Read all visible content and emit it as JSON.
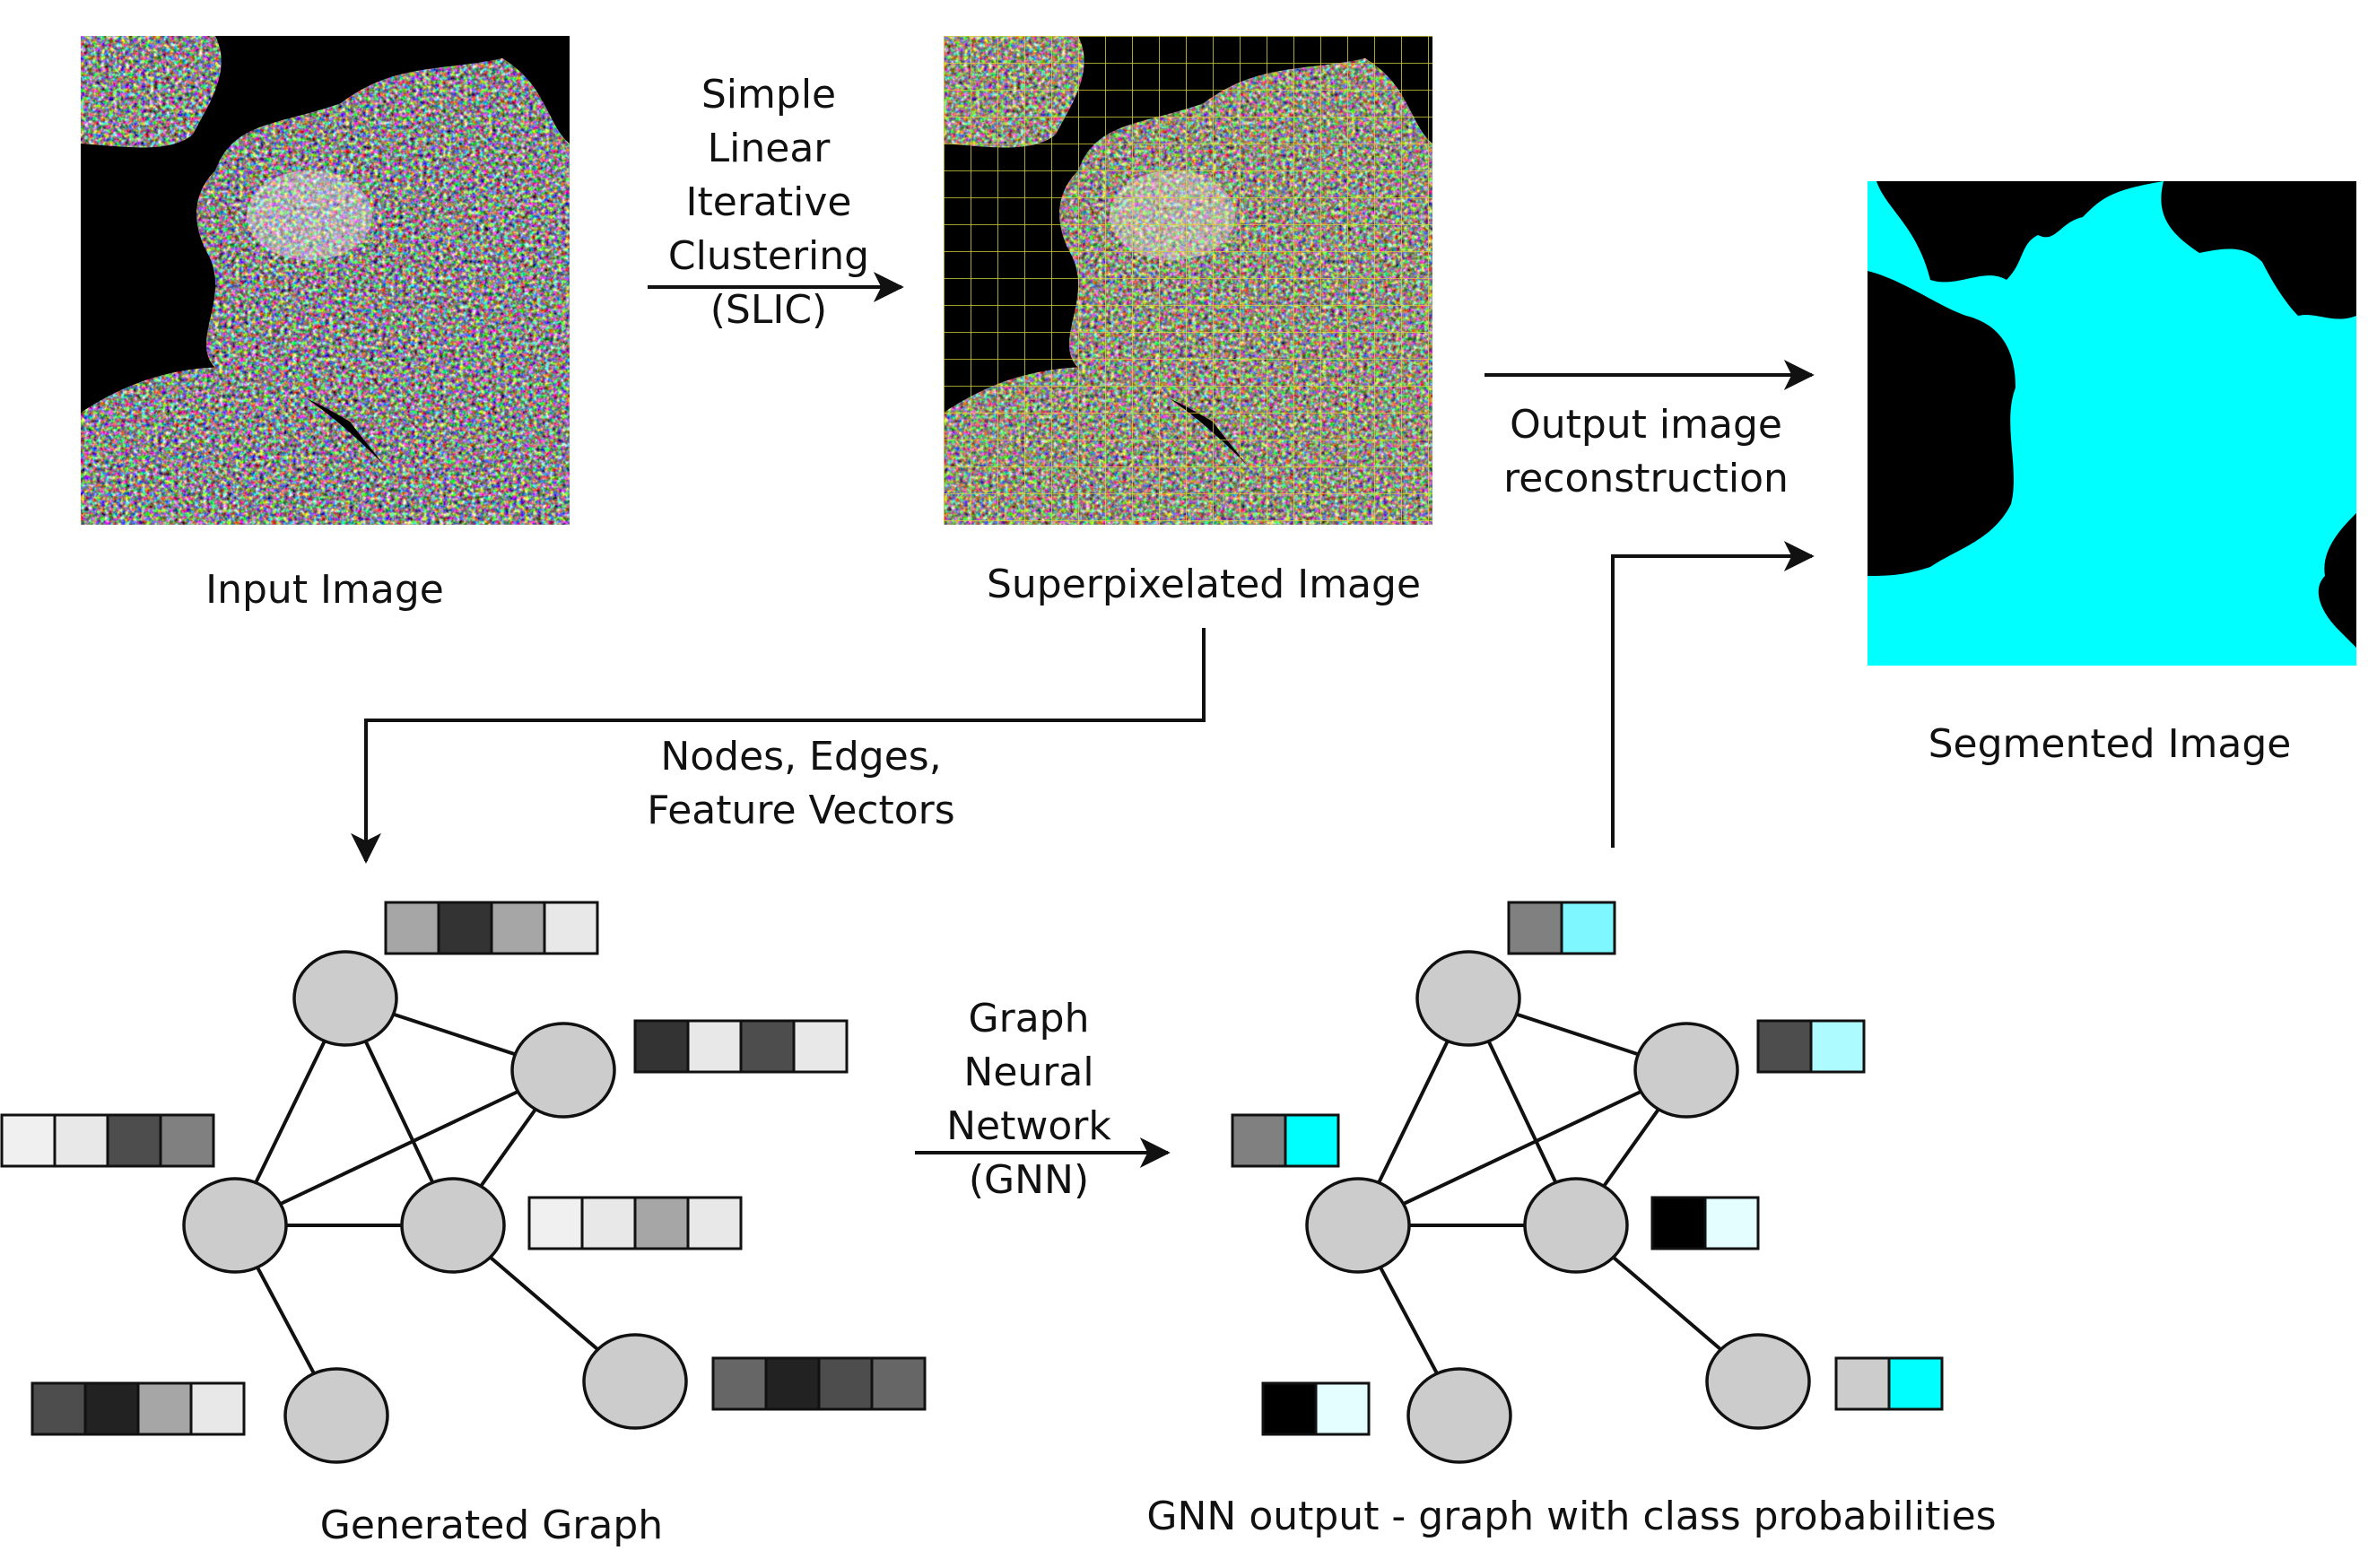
{
  "titles": {
    "input": "Input Image",
    "superpixel": "Superpixelated Image",
    "segmented": "Segmented Image",
    "generated_graph": "Generated Graph",
    "gnn_output": "GNN output - graph with class probabilities"
  },
  "arrows": {
    "slic": [
      "Simple",
      "Linear",
      "Iterative",
      "Clustering",
      "(SLIC)"
    ],
    "reconstruction": [
      "Output image",
      "reconstruction"
    ],
    "graph_build": [
      "Nodes, Edges,",
      "Feature Vectors"
    ],
    "gnn": [
      "Graph",
      "Neural",
      "Network",
      "(GNN)"
    ]
  },
  "colors": {
    "node_fill": "#cccccc",
    "node_stroke": "#111111",
    "segment_cyan": "#00ffff",
    "superpixel_grid": "#d8cf3a"
  },
  "feature_vectors": [
    [
      "#a6a6a6",
      "#333333",
      "#a6a6a6",
      "#e8e8e8"
    ],
    [
      "#333333",
      "#e8e8e8",
      "#4d4d4d",
      "#e8e8e8"
    ],
    [
      "#f0f0f0",
      "#e8e8e8",
      "#4d4d4d",
      "#808080"
    ],
    [
      "#f0f0f0",
      "#e8e8e8",
      "#a6a6a6",
      "#e8e8e8"
    ],
    [
      "#4d4d4d",
      "#222222",
      "#a6a6a6",
      "#e8e8e8"
    ],
    [
      "#666666",
      "#222222",
      "#4d4d4d",
      "#666666"
    ]
  ],
  "class_probabilities": [
    [
      "#808080",
      "#7ff7ff"
    ],
    [
      "#4d4d4d",
      "#aefbff"
    ],
    [
      "#808080",
      "#00ffff"
    ],
    [
      "#000000",
      "#e4fdff"
    ],
    [
      "#000000",
      "#e4fdff"
    ],
    [
      "#cccccc",
      "#00ffff"
    ]
  ]
}
